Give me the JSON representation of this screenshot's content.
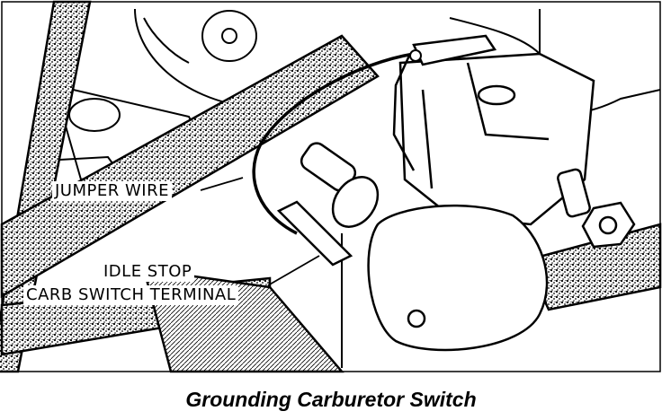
{
  "labels": {
    "jumper_wire": "JUMPER WIRE",
    "idle_stop_line1": "IDLE STOP",
    "idle_stop_line2": "CARB SWITCH TERMINAL"
  },
  "caption": "Grounding Carburetor Switch",
  "colors": {
    "ink": "#000000",
    "paper": "#ffffff"
  }
}
